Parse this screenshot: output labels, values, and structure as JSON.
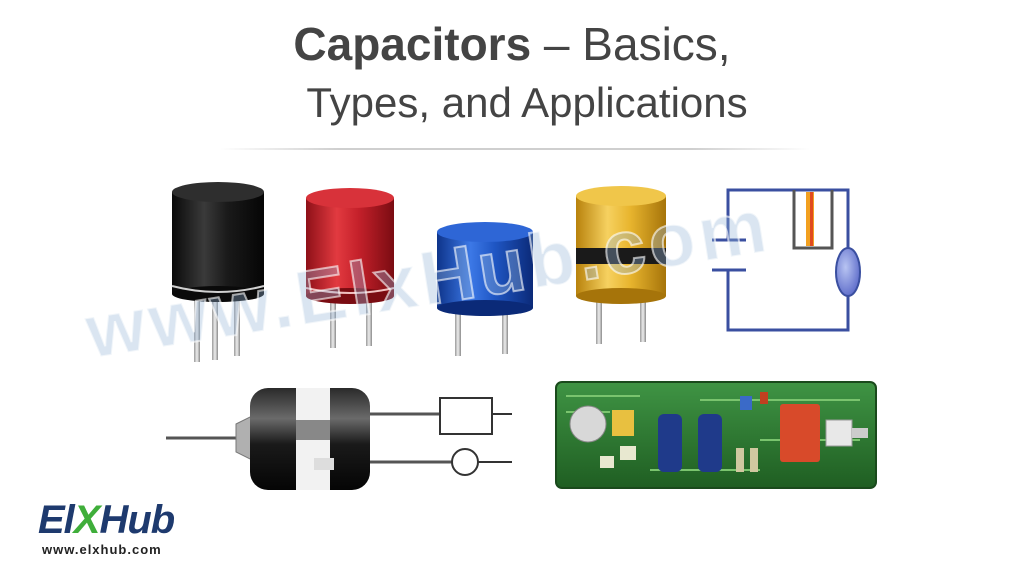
{
  "title": {
    "bold": "Capacitors",
    "rest": " – Basics,",
    "line2": "Types, and Applications"
  },
  "watermark": "www.ElxHub.com",
  "logo": {
    "part1": "El",
    "part2": "X",
    "part3": "Hub",
    "url": "www.elxhub.com"
  },
  "colors": {
    "black_cap": "#1c1c1c",
    "red_cap": "#c8202a",
    "blue_cap": "#1f56c4",
    "yellow_cap": "#e8b52e",
    "pcb": "#2f7a32",
    "wire": "#3a4fa0"
  },
  "icons": [
    "black-capacitor-icon",
    "red-capacitor-icon",
    "blue-capacitor-icon",
    "yellow-capacitor-icon",
    "circuit-schematic-icon",
    "motor-capacitor-icon",
    "pcb-board-icon"
  ]
}
